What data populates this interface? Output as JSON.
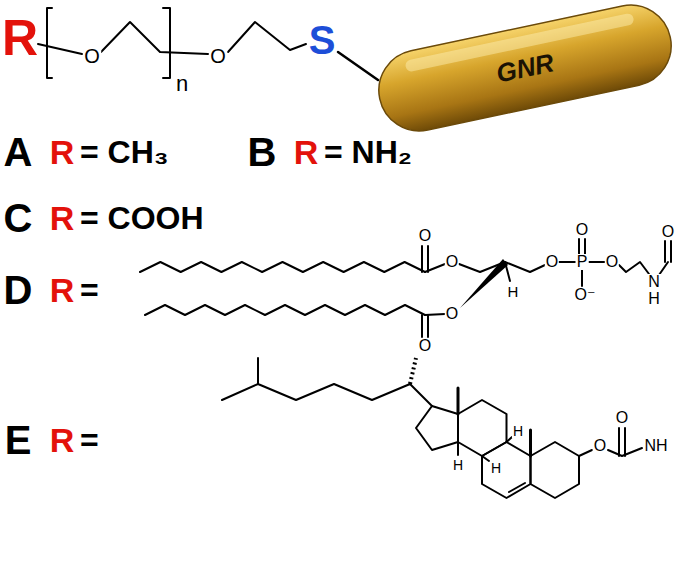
{
  "diagram": {
    "nodes": [
      {
        "text": [
          "GNR"
        ]
      }
    ],
    "labels": [
      "R",
      "O",
      "O",
      "n",
      "S",
      "A",
      "R",
      "= CH₃",
      "B",
      "R",
      "= NH₂",
      "C",
      "R",
      "= COOH",
      "D",
      "R",
      "=",
      "O",
      "O",
      "O",
      "P",
      "O",
      "O⁻",
      "O",
      "H",
      "N",
      "H",
      "O",
      "O",
      "O",
      "E",
      "R",
      "=",
      "H",
      "H",
      "H",
      "O",
      "O",
      "NH"
    ]
  }
}
